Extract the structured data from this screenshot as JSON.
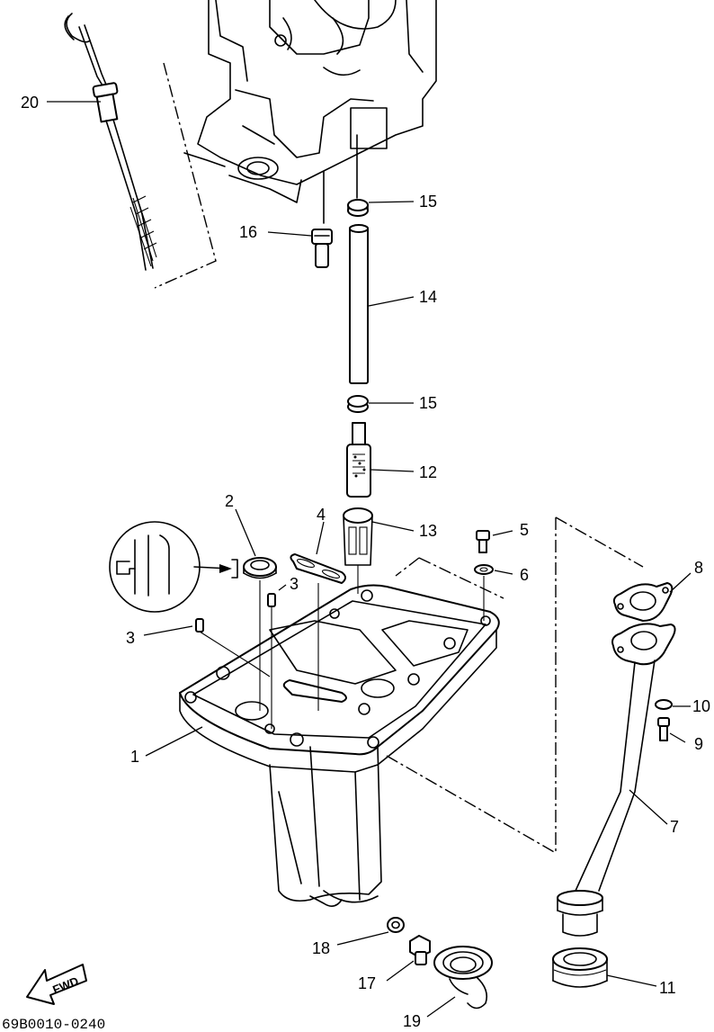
{
  "diagram": {
    "reference_code": "69B0010-0240",
    "fwd_label": "FWD",
    "callouts": {
      "p1": "1",
      "p2": "2",
      "p3a": "3",
      "p3b": "3",
      "p4": "4",
      "p5": "5",
      "p6": "6",
      "p7": "7",
      "p8": "8",
      "p9": "9",
      "p10": "10",
      "p11": "11",
      "p12": "12",
      "p13": "13",
      "p14": "14",
      "p15a": "15",
      "p15b": "15",
      "p16": "16",
      "p17": "17",
      "p18": "18",
      "p19": "19",
      "p20": "20"
    }
  }
}
